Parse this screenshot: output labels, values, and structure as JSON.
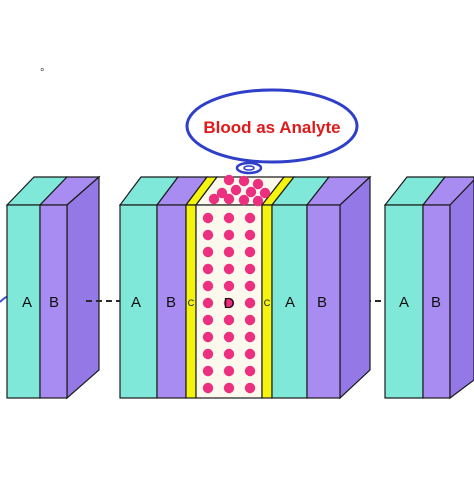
{
  "colors": {
    "layer_a": "#7fe8d8",
    "layer_b": "#a98cf2",
    "layer_c": "#f4f40f",
    "layer_d": "#fbf8ee",
    "blood_dot": "#ec2f7e",
    "callout_stroke": "#2f3fc9",
    "callout_text": "#e01a1a",
    "outline": "#1b1b1b",
    "connector": "#2a2a2a"
  },
  "callout": {
    "text": "Blood as Analyte"
  },
  "stray_mark": "°",
  "labels": {
    "left_a": "A",
    "left_b": "B",
    "center_a1": "A",
    "center_b1": "B",
    "center_c1": "C",
    "center_d": "D",
    "center_c2": "C",
    "center_a2": "A",
    "center_b2": "B",
    "right_a": "A",
    "right_b": "B"
  }
}
